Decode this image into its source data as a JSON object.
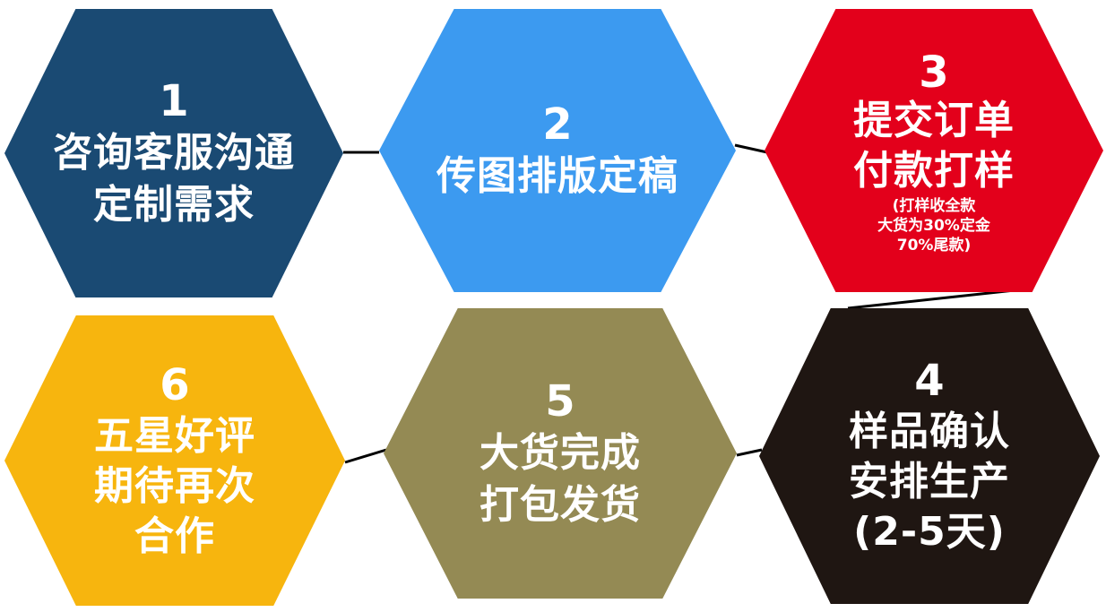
{
  "steps": {
    "s1": {
      "number": "1",
      "lines": [
        "咨询客服沟通",
        "定制需求"
      ],
      "color": "#1a4a73"
    },
    "s2": {
      "number": "2",
      "lines": [
        "传图排版定稿"
      ],
      "color": "#3c9af0"
    },
    "s3": {
      "number": "3",
      "lines": [
        "提交订单",
        "付款打样"
      ],
      "note": [
        "(打样收全款",
        "大货为30%定金",
        "70%尾款)"
      ],
      "color": "#e3001b"
    },
    "s4": {
      "number": "4",
      "lines": [
        "样品确认",
        "安排生产",
        "(2-5天)"
      ],
      "color": "#1f1612"
    },
    "s5": {
      "number": "5",
      "lines": [
        "大货完成",
        "打包发货"
      ],
      "color": "#948a54"
    },
    "s6": {
      "number": "6",
      "lines": [
        "五星好评",
        "期待再次",
        "合作"
      ],
      "color": "#f7b50e"
    }
  }
}
